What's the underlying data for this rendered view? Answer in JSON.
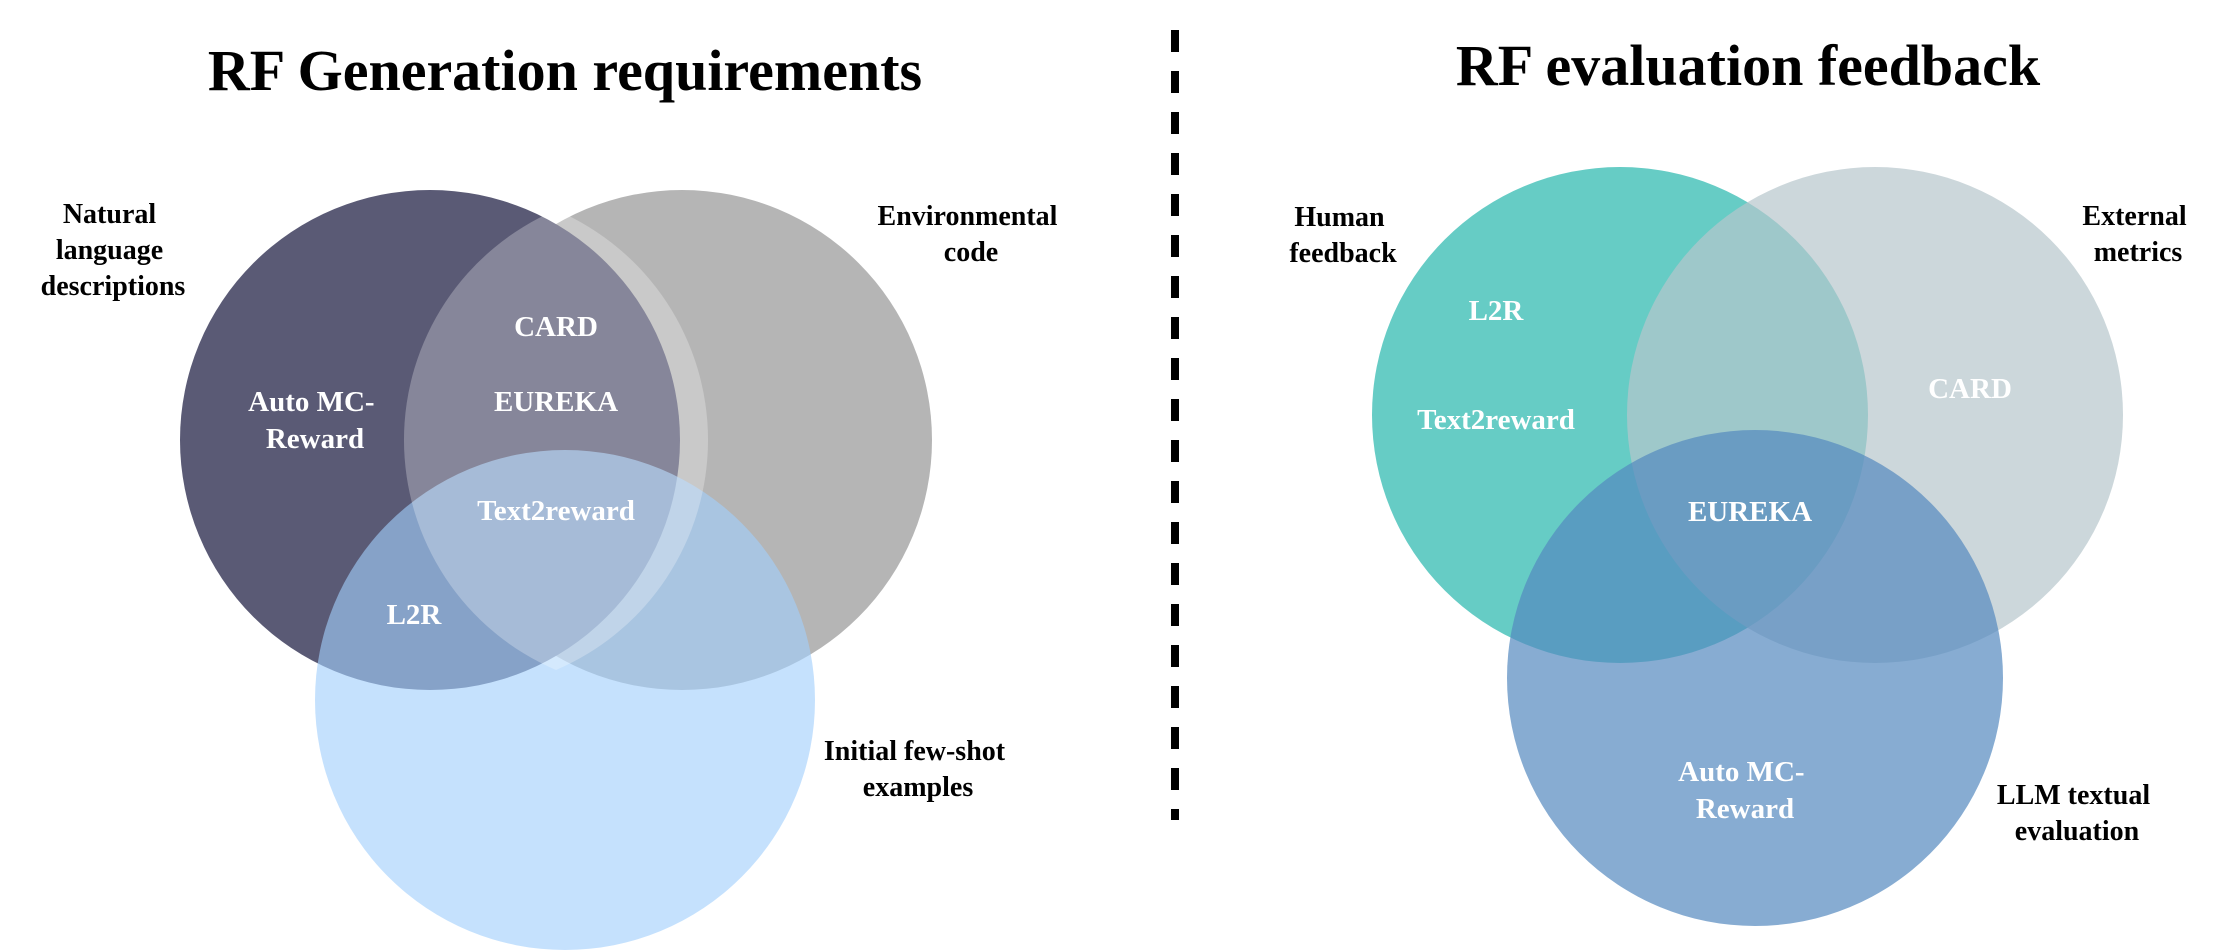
{
  "left_panel": {
    "title": "RF Generation requirements",
    "sets": {
      "natural_language": {
        "label": [
          "Natural",
          "language",
          "descriptions"
        ],
        "color": "#5a5a75"
      },
      "environmental_code": {
        "label": [
          "Environmental",
          "code"
        ],
        "color": "#b5b5b5"
      },
      "few_shot": {
        "label": [
          "Initial few-shot",
          "examples"
        ],
        "color": "#a1cefb"
      }
    },
    "members": {
      "card": "CARD",
      "eureka": "EUREKA",
      "auto_mc_reward": [
        "Auto MC-",
        "Reward"
      ],
      "text2reward": "Text2reward",
      "l2r": "L2R"
    }
  },
  "right_panel": {
    "title": "RF evaluation feedback",
    "sets": {
      "human_feedback": {
        "label": [
          "Human",
          "feedback"
        ],
        "color": "#66ccc5"
      },
      "external_metrics": {
        "label": [
          "External",
          "metrics"
        ],
        "color": "#b7c6cc"
      },
      "llm_textual": {
        "label": [
          "LLM textual",
          "evaluation"
        ],
        "color": "#5489bf"
      }
    },
    "members": {
      "l2r": "L2R",
      "text2reward": "Text2reward",
      "card": "CARD",
      "eureka": "EUREKA",
      "auto_mc_reward": [
        "Auto MC-",
        "Reward"
      ]
    }
  },
  "divider": {
    "style": "dashed",
    "color": "#000000"
  }
}
